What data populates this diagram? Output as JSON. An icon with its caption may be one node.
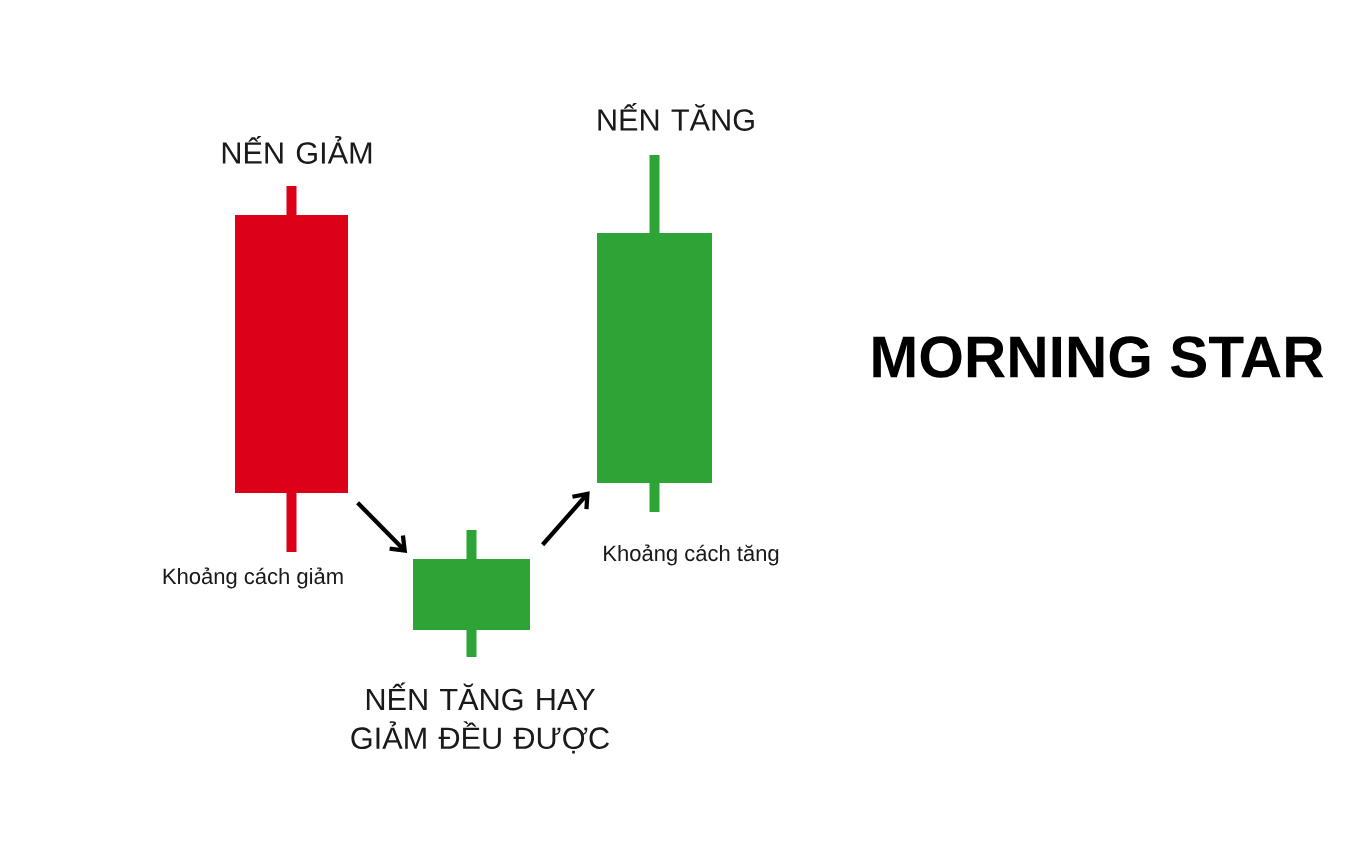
{
  "diagram": {
    "title": "MORNING STAR",
    "nodes": [
      {
        "text": [
          "NẾN GIẢM"
        ]
      },
      {
        "text": [
          "NẾN TĂNG HAY GIẢM ĐỀU ĐƯỢC"
        ]
      },
      {
        "text": [
          "NẾN TĂNG"
        ]
      }
    ],
    "edges": [
      {
        "from": 0,
        "to": 1,
        "arrow": "to",
        "label": "Khoảng cách giảm"
      },
      {
        "from": 1,
        "to": 2,
        "arrow": "to",
        "label": "Khoảng cách tăng"
      }
    ]
  }
}
